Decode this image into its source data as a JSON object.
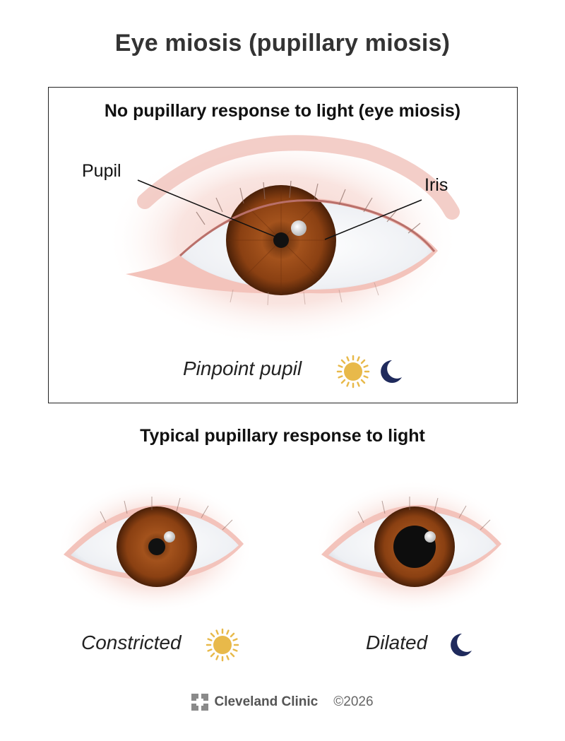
{
  "title": "Eye miosis (pupillary miosis)",
  "box": {
    "title": "No pupillary response to light (eye miosis)",
    "label_pupil": "Pupil",
    "label_iris": "Iris",
    "caption": "Pinpoint pupil",
    "icons": [
      "sun-icon",
      "moon-icon"
    ]
  },
  "typical": {
    "title": "Typical pupillary response to light",
    "left_caption": "Constricted",
    "left_icon": "sun-icon",
    "right_caption": "Dilated",
    "right_icon": "moon-icon"
  },
  "footer": {
    "brand": "Cleveland Clinic",
    "copyright": "©2026"
  },
  "colors": {
    "iris": "#8b4513",
    "skin": "#f2c4bc",
    "sun": "#e8b94a",
    "moon": "#1f2a5c"
  }
}
